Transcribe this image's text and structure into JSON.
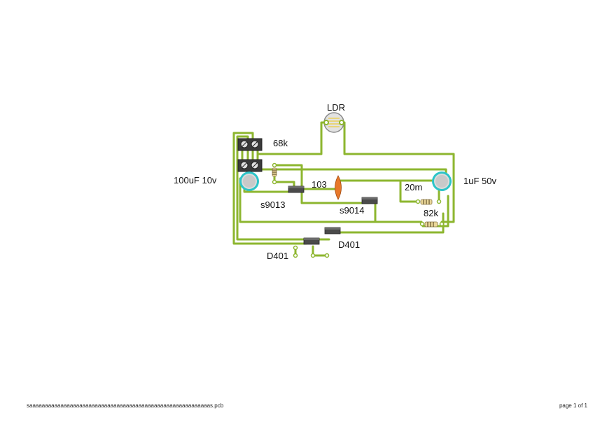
{
  "colors": {
    "trace": "#8db62f",
    "capacitor_ring": "#2ec4c8",
    "capacitor_body": "#d9d9d9",
    "component_dark": "#444444",
    "ceramic_cap": "#e8782a",
    "resistor_body": "#ead79a"
  },
  "labels": {
    "ldr": "LDR",
    "r68k": "68k",
    "c100uf": "100uF 10v",
    "c1uf": "1uF 50v",
    "c103": "103",
    "r20m": "20m",
    "q9013": "s9013",
    "q9014": "s9014",
    "r82k": "82k",
    "d401_right": "D401",
    "d401_left": "D401"
  },
  "footer": {
    "filename": "saaaaaaaaaaaaaaaaaaaaaaaaaaaaaaaaaaaaaaaaaaaaaaaaaaaaaaaaaas.pcb",
    "page": "page 1 of 1"
  }
}
